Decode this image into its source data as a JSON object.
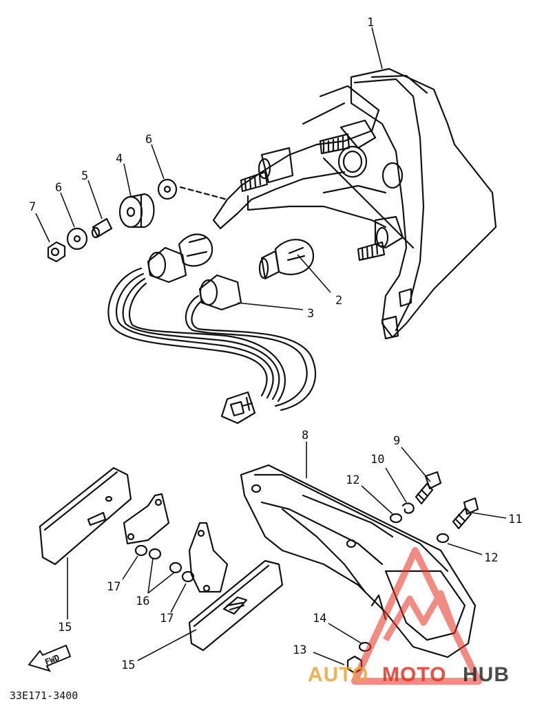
{
  "callouts": {
    "c1": "1",
    "c2": "2",
    "c3": "3",
    "c4": "4",
    "c5": "5",
    "c6a": "6",
    "c6b": "6",
    "c7": "7",
    "c8": "8",
    "c9": "9",
    "c10": "10",
    "c11": "11",
    "c12a": "12",
    "c12b": "12",
    "c13": "13",
    "c14": "14",
    "c15a": "15",
    "c15b": "15",
    "c16": "16",
    "c17a": "17",
    "c17b": "17"
  },
  "fwd_label": "FWD",
  "drawing_code": "33E171-3400",
  "watermark": {
    "part1": "AUTO",
    "part2": "MOTO",
    "part3": "HUB",
    "colors": {
      "primary": "#e8301e",
      "accent": "#f0a23a",
      "dark": "#2b2b2b"
    }
  }
}
